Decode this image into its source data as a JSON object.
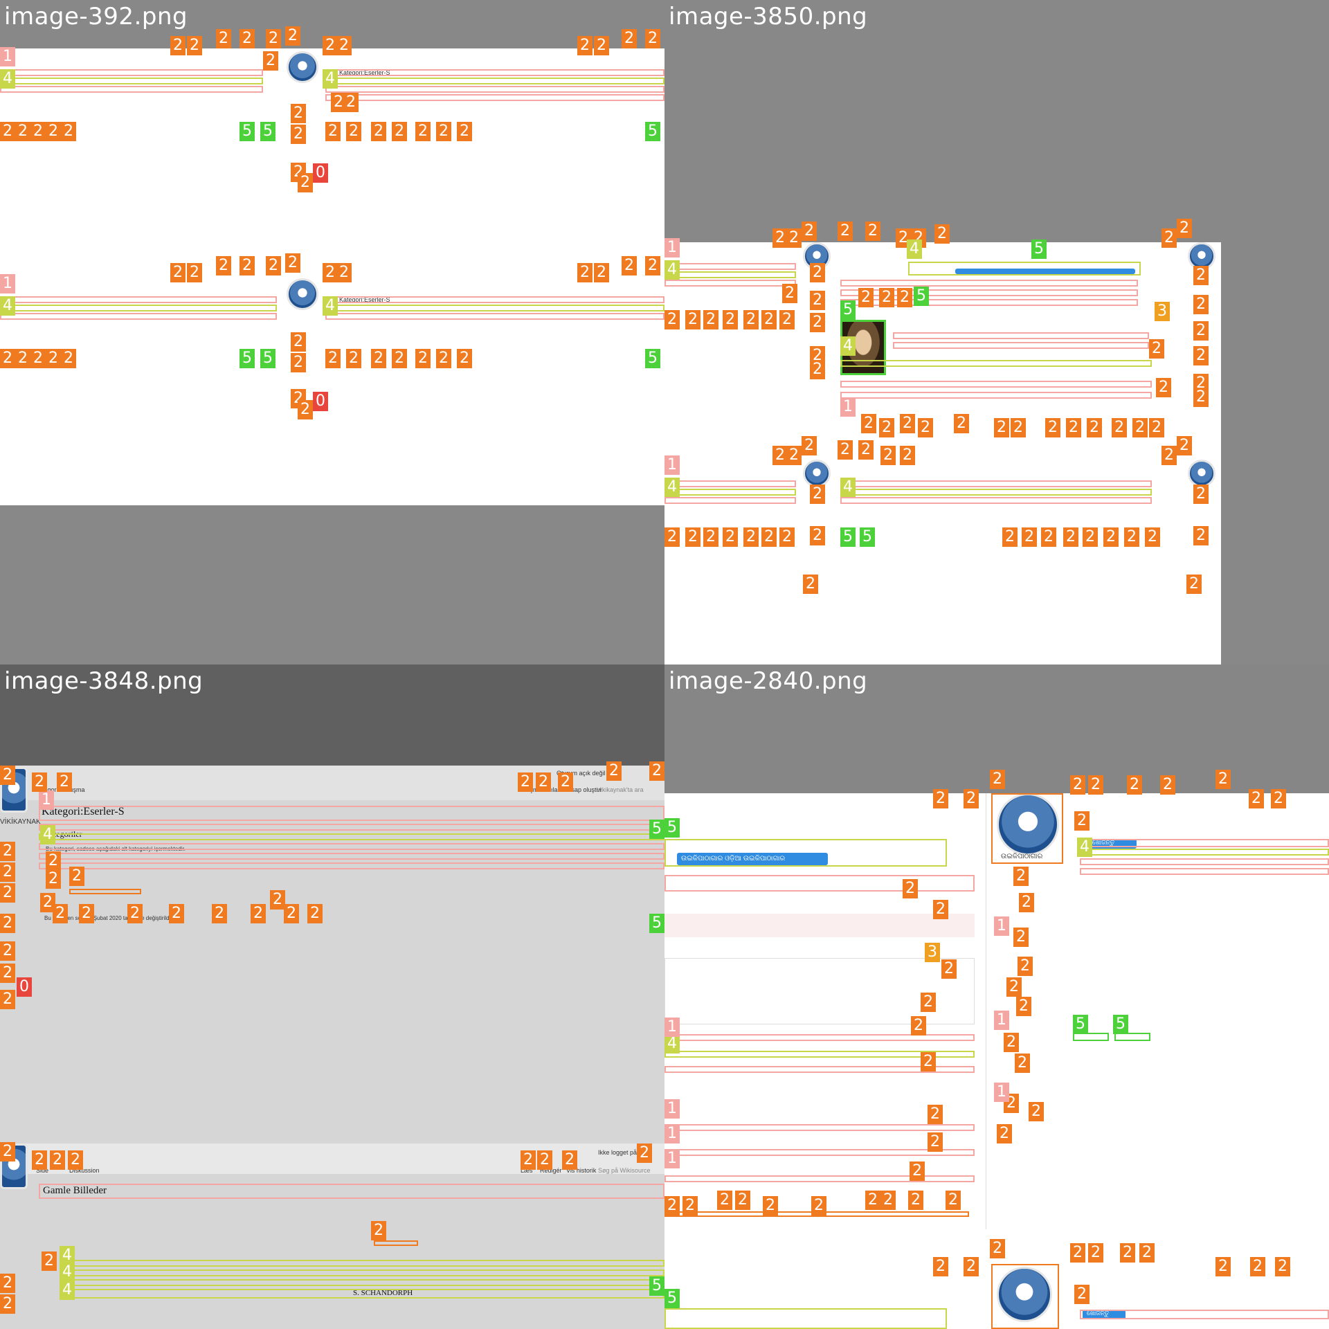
{
  "quadrants": [
    {
      "title": "image-392.png"
    },
    {
      "title": "image-3850.png"
    },
    {
      "title": "image-3848.png"
    },
    {
      "title": "image-2840.png"
    }
  ],
  "q1": {
    "label_main": "Kategori:Eserler-S"
  },
  "q3": {
    "top": {
      "tabs": [
        "Kategori",
        "Tartışma"
      ],
      "page_title": "Kategori:Eserler-S",
      "subheading": "Kategoriler",
      "note": "Bu kategori, sadece aşağıdaki alt kategoriyi içermektedir.",
      "edited": "Bu sayfa en son 12 Şubat 2020 tarihinde değiştirildi.",
      "user_links": [
        "Oturum açık değil",
        "Tartışma",
        "Katkılar",
        "Hesap oluştur"
      ],
      "search_placeholder": "Vikikaynak'ta ara",
      "logo_caption": "VİKİKAYNAK"
    },
    "bottom": {
      "tabs": [
        "Side",
        "Diskussion"
      ],
      "view_links": [
        "Læs",
        "Redigér",
        "Vis historik"
      ],
      "user_link": "Ikke logget på",
      "search_placeholder": "Søg på Wikisource",
      "page_title": "Gamle Billeder",
      "author": "S. SCHANDORPH"
    }
  },
  "q4": {
    "banner_text": "ଉଇକିପାଠାଗାର ଓଡ଼ିଆ ଉଇକିପାଠାଗାର",
    "logo_caption": "ଉଇକିପାଠାଗାର",
    "search_button": "ଖୋଜନ୍ତୁ",
    "search_button_2": "ଖୋଜନ୍ତୁ"
  },
  "colors": {
    "header_gray": "#888888",
    "tag_orange": "#f07a20",
    "box_pink": "#f4a6a3",
    "box_lime": "#c8d64a",
    "box_green": "#4cd13a",
    "tag_red": "#e8463c"
  }
}
